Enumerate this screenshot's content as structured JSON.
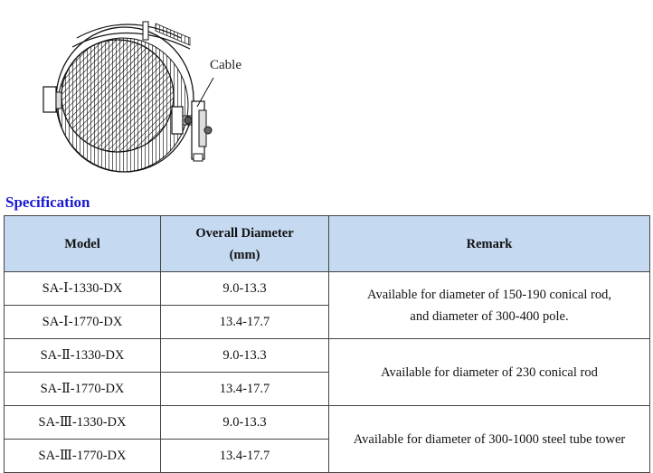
{
  "figure": {
    "cable_label": "Cable"
  },
  "section_title": "Specification",
  "table": {
    "headers": {
      "model": "Model",
      "diameter_line1": "Overall Diameter",
      "diameter_line2": "(mm)",
      "remark": "Remark"
    },
    "rows": [
      {
        "model": "SA-Ⅰ-1330-DX",
        "diameter": "9.0-13.3"
      },
      {
        "model": "SA-Ⅰ-1770-DX",
        "diameter": "13.4-17.7"
      },
      {
        "model": "SA-Ⅱ-1330-DX",
        "diameter": "9.0-13.3"
      },
      {
        "model": "SA-Ⅱ-1770-DX",
        "diameter": "13.4-17.7"
      },
      {
        "model": "SA-Ⅲ-1330-DX",
        "diameter": "9.0-13.3"
      },
      {
        "model": "SA-Ⅲ-1770-DX",
        "diameter": "13.4-17.7"
      }
    ],
    "remarks": [
      {
        "line1": "Available for diameter of 150-190 conical rod,",
        "line2": "and diameter of 300-400 pole."
      },
      {
        "line1": "Available for diameter of 230 conical rod"
      },
      {
        "line1": "Available for diameter of 300-1000 steel tube tower"
      }
    ]
  }
}
